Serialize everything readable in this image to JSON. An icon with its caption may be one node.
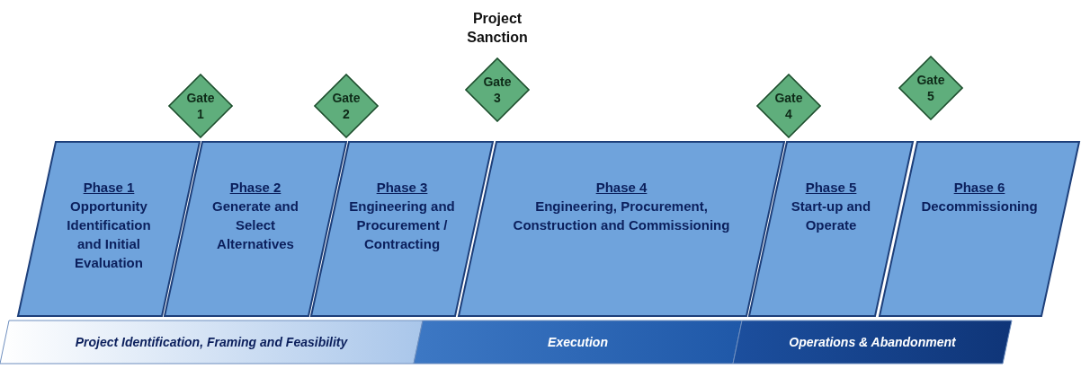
{
  "diagram": {
    "nodes": [
      {
        "text": [
          "Gate 1"
        ]
      },
      {
        "text": [
          "Gate 2"
        ]
      },
      {
        "text": [
          "Gate 3"
        ],
        "beside": [
          "Project Sanction"
        ]
      },
      {
        "text": [
          "Gate 4"
        ]
      },
      {
        "text": [
          "Gate 5"
        ]
      },
      {
        "text": [
          "Phase 1",
          "Opportunity Identification and Initial Evaluation"
        ]
      },
      {
        "text": [
          "Phase 2",
          "Generate and Select Alternatives"
        ]
      },
      {
        "text": [
          "Phase 3",
          "Engineering and Procurement / Contracting"
        ]
      },
      {
        "text": [
          "Phase 4",
          "Engineering, Procurement, Construction and Commissioning"
        ]
      },
      {
        "text": [
          "Phase 5",
          "Start-up and Operate"
        ]
      },
      {
        "text": [
          "Phase 6",
          "Decommissioning"
        ]
      },
      {
        "text": [
          "Project Identification, Framing and Feasibility"
        ]
      },
      {
        "text": [
          "Execution"
        ]
      },
      {
        "text": [
          "Operations & Abandonment"
        ]
      }
    ],
    "edges": []
  }
}
